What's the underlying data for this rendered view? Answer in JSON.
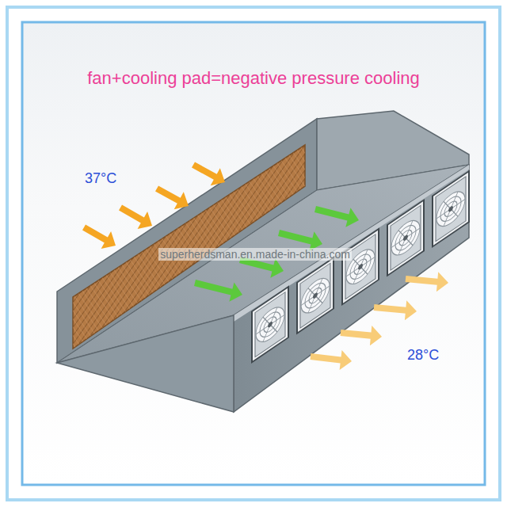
{
  "diagram": {
    "title": "fan+cooling pad=negative pressure cooling",
    "labels": [
      "37°C",
      "28°C",
      "superherdsman.en.made-in-china.com"
    ]
  }
}
